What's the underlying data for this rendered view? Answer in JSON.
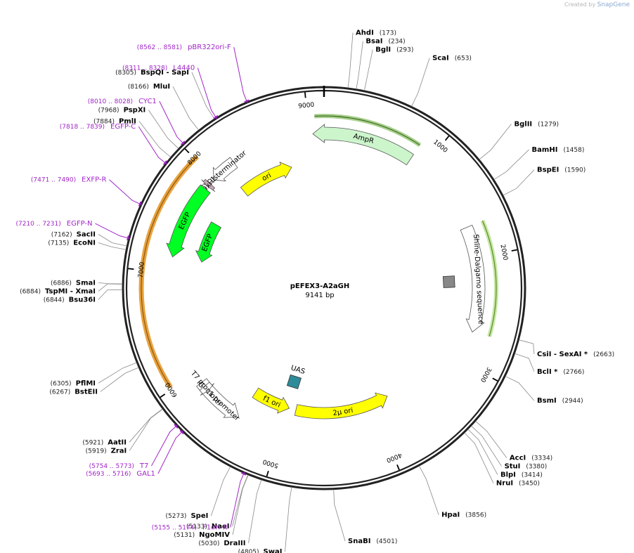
{
  "brand": {
    "created_by": "Created by",
    "app": "SnapGene"
  },
  "plasmid": {
    "name": "pEFEX3-A2aGH",
    "size_label": "9141 bp",
    "length": 9141
  },
  "ticks": [
    1000,
    2000,
    3000,
    4000,
    5000,
    6000,
    7000,
    8000,
    9000
  ],
  "features": [
    {
      "id": "ori",
      "label": "ori",
      "start": 8135,
      "end": 8760,
      "dir": "cw",
      "color": "#ffff00",
      "lane": "in2"
    },
    {
      "id": "ampr",
      "label": "AmpR",
      "start": 9035,
      "end": 859,
      "dir": "ccw",
      "color": "#ccf5cc",
      "lane": "in1"
    },
    {
      "id": "cyc1t",
      "label": "CYC1 terminator",
      "start": 7985,
      "end": 8235,
      "dir": "ccw",
      "color": "#ffffff",
      "lane": "in1"
    },
    {
      "id": "his",
      "label": "10xHis",
      "start": 7900,
      "end": 7935,
      "dir": "ccw",
      "color": "#c9a9b6",
      "lane": "in1"
    },
    {
      "id": "egfp1",
      "label": "EGFP",
      "start": 7150,
      "end": 7870,
      "dir": "ccw",
      "color": "#00ff22",
      "lane": "in1"
    },
    {
      "id": "egfp2",
      "label": "EGFP",
      "start": 7160,
      "end": 7630,
      "dir": "ccw",
      "color": "#00ff22",
      "lane": "in2"
    },
    {
      "id": "shine",
      "label": "Shine-Dalgarno sequence",
      "start": 1700,
      "end": 2705,
      "dir": "cw",
      "color": "#ffffff",
      "lane": "in1"
    },
    {
      "id": "sd",
      "label": "",
      "start": 2207,
      "end": 2218,
      "dir": "none",
      "color": "#888888",
      "lane": "in2"
    },
    {
      "id": "f1ori",
      "label": "f1 ori",
      "start": 4980,
      "end": 5415,
      "dir": "ccw",
      "color": "#ffff00",
      "lane": "in2"
    },
    {
      "id": "2mu",
      "label": "2µ ori",
      "start": 3800,
      "end": 4900,
      "dir": "ccw",
      "color": "#ffff00",
      "lane": "in2"
    },
    {
      "id": "gal1",
      "label": "GAL1 promoter",
      "start": 5420,
      "end": 5900,
      "dir": "ccw",
      "color": "#ffffff",
      "lane": "in1"
    },
    {
      "id": "t7",
      "label": "T7 promoter",
      "start": 5800,
      "end": 5855,
      "dir": "ccw",
      "color": "#ffffff",
      "lane": "in1"
    },
    {
      "id": "uas",
      "label": "UAS",
      "start": 5000,
      "end": 5040,
      "dir": "none",
      "color": "#2e8b9a",
      "lane": "in3"
    }
  ],
  "sites": [
    {
      "name": "AhdI",
      "pos": "(173)",
      "bp": 173
    },
    {
      "name": "BsaI",
      "pos": "(234)",
      "bp": 234
    },
    {
      "name": "BglI",
      "pos": "(293)",
      "bp": 293
    },
    {
      "name": "ScaI",
      "pos": "(653)",
      "bp": 653
    },
    {
      "name": "BglII",
      "pos": "(1279)",
      "bp": 1279
    },
    {
      "name": "BamHI",
      "pos": "(1458)",
      "bp": 1458
    },
    {
      "name": "BspEI",
      "pos": "(1590)",
      "bp": 1590
    },
    {
      "name": "CsiI   - SexAI *",
      "pos": "(2663)",
      "bp": 2663
    },
    {
      "name": "BclI *",
      "pos": "(2766)",
      "bp": 2766
    },
    {
      "name": "BsmI",
      "pos": "(2944)",
      "bp": 2944
    },
    {
      "name": "AccI",
      "pos": "(3334)",
      "bp": 3334
    },
    {
      "name": "StuI",
      "pos": "(3380)",
      "bp": 3380
    },
    {
      "name": "BlpI",
      "pos": "(3414)",
      "bp": 3414
    },
    {
      "name": "NruI",
      "pos": "(3450)",
      "bp": 3450
    },
    {
      "name": "HpaI",
      "pos": "(3856)",
      "bp": 3856
    },
    {
      "name": "SnaBI",
      "pos": "(4501)",
      "bp": 4501
    },
    {
      "name": "SwaI",
      "pos": "(4805)",
      "bp": 4805
    },
    {
      "name": "DraIII",
      "pos": "(5030)",
      "bp": 5030
    },
    {
      "name": "NgoMIV",
      "pos": "(5131)",
      "bp": 5131
    },
    {
      "name": "NaeI",
      "pos": "(5133)",
      "bp": 5133
    },
    {
      "name": "SpeI",
      "pos": "(5273)",
      "bp": 5273
    },
    {
      "name": "ZraI",
      "pos": "(5919)",
      "bp": 5919
    },
    {
      "name": "AatII",
      "pos": "(5921)",
      "bp": 5921
    },
    {
      "name": "BstEII",
      "pos": "(6267)",
      "bp": 6267
    },
    {
      "name": "PflMI",
      "pos": "(6305)",
      "bp": 6305
    },
    {
      "name": "Bsu36I",
      "pos": "(6844)",
      "bp": 6844
    },
    {
      "name": "TspMI   - XmaI",
      "pos": "(6884)",
      "bp": 6884
    },
    {
      "name": "SmaI",
      "pos": "(6886)",
      "bp": 6886
    },
    {
      "name": "EcoNI",
      "pos": "(7135)",
      "bp": 7135
    },
    {
      "name": "SacII",
      "pos": "(7162)",
      "bp": 7162
    },
    {
      "name": "PmlI",
      "pos": "(7884)",
      "bp": 7884
    },
    {
      "name": "PspXI",
      "pos": "(7968)",
      "bp": 7968
    },
    {
      "name": "MluI",
      "pos": "(8166)",
      "bp": 8166
    },
    {
      "name": "BspQI   - SapI",
      "pos": "(8305)",
      "bp": 8305
    }
  ],
  "primers": [
    {
      "name": "pBR322ori-F",
      "pos": "(8562 .. 8581)",
      "bp": 8571
    },
    {
      "name": "L4440",
      "pos": "(8311 .. 8328)",
      "bp": 8320
    },
    {
      "name": "CYC1",
      "pos": "(8010 .. 8028)",
      "bp": 8019
    },
    {
      "name": "EGFP-C",
      "pos": "(7818 .. 7839)",
      "bp": 7828
    },
    {
      "name": "EXFP-R",
      "pos": "(7471 .. 7490)",
      "bp": 7480
    },
    {
      "name": "EGFP-N",
      "pos": "(7210 .. 7231)",
      "bp": 7220
    },
    {
      "name": "T7",
      "pos": "(5754 .. 5773)",
      "bp": 5763
    },
    {
      "name": "GAL1",
      "pos": "(5693 .. 5716)",
      "bp": 5704
    },
    {
      "name": "F1ori-R",
      "pos": "(5155 .. 5174)",
      "bp": 5164
    }
  ],
  "colors": {
    "backbone": "#222222",
    "primer": "#a125c7",
    "egfp_band": "#e9a23c",
    "ampr_band": "#a8d08d",
    "sd_band": "#c6e8a4"
  }
}
